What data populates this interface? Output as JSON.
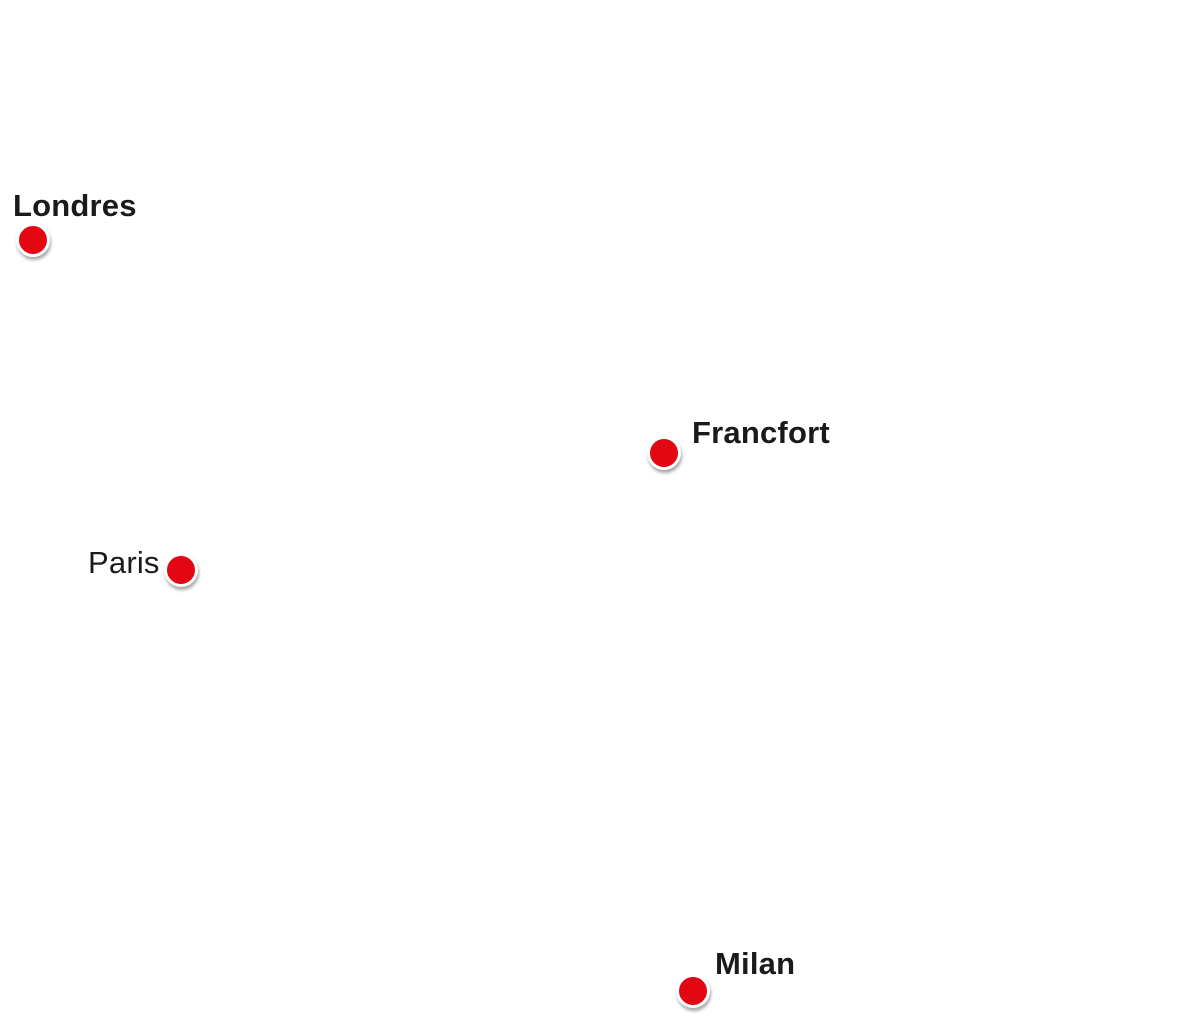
{
  "map": {
    "marker_color": "#e30613",
    "marker_border_color": "#ffffff",
    "label_color": "#1a1a1a",
    "cities": [
      {
        "id": "londres",
        "label": "Londres",
        "emphasis": "bold"
      },
      {
        "id": "francfort",
        "label": "Francfort",
        "emphasis": "bold"
      },
      {
        "id": "paris",
        "label": "Paris",
        "emphasis": "normal"
      },
      {
        "id": "milan",
        "label": "Milan",
        "emphasis": "bold"
      }
    ]
  }
}
